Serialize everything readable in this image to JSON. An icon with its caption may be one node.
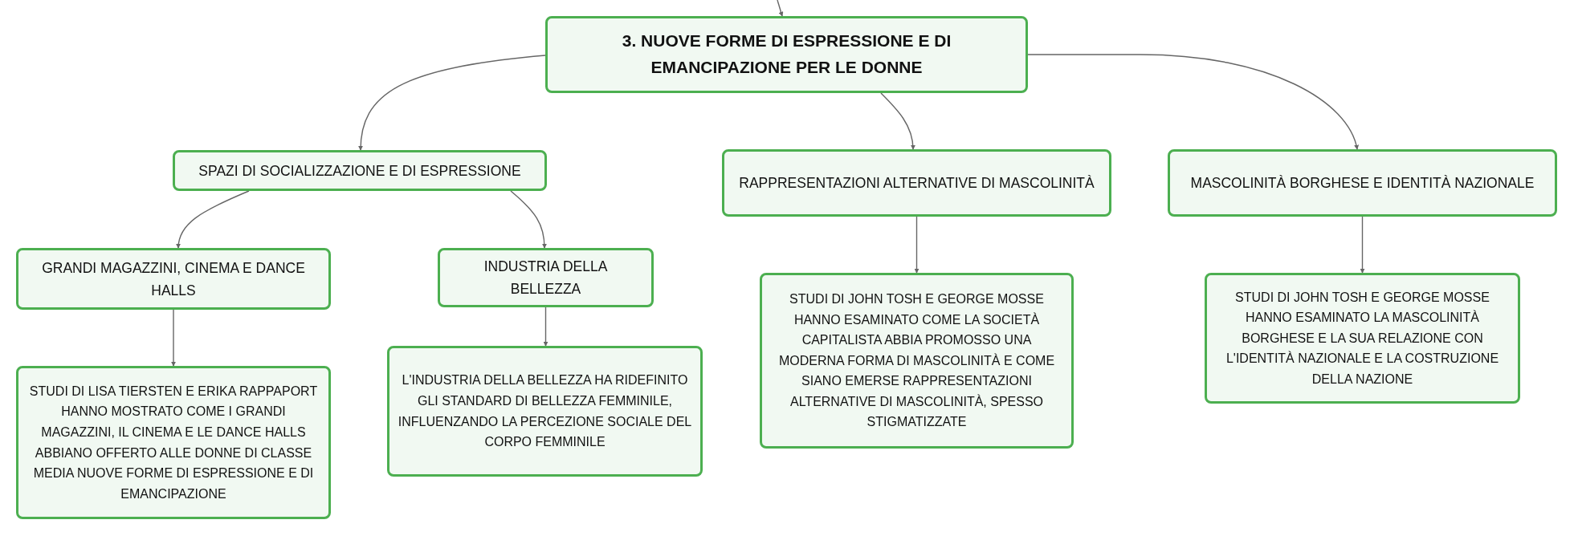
{
  "diagram": {
    "nodes": [
      {
        "text": [
          "3. NUOVE FORME DI ESPRESSIONE E DI EMANCIPAZIONE PER LE DONNE"
        ]
      },
      {
        "text": [
          "SPAZI DI SOCIALIZZAZIONE E DI ESPRESSIONE"
        ]
      },
      {
        "text": [
          "GRANDI MAGAZZINI, CINEMA E DANCE HALLS"
        ]
      },
      {
        "text": [
          "STUDI DI LISA TIERSTEN E ERIKA RAPPAPORT HANNO MOSTRATO COME I GRANDI MAGAZZINI, IL CINEMA E LE DANCE HALLS ABBIANO OFFERTO ALLE DONNE DI CLASSE MEDIA NUOVE FORME DI ESPRESSIONE E DI EMANCIPAZIONE"
        ]
      },
      {
        "text": [
          "INDUSTRIA DELLA BELLEZZA"
        ]
      },
      {
        "text": [
          "L'INDUSTRIA DELLA BELLEZZA HA RIDEFINITO GLI STANDARD DI BELLEZZA FEMMINILE, INFLUENZANDO LA PERCEZIONE SOCIALE DEL CORPO FEMMINILE"
        ]
      },
      {
        "text": [
          "RAPPRESENTAZIONI ALTERNATIVE DI MASCOLINITÀ"
        ]
      },
      {
        "text": [
          "STUDI DI JOHN TOSH E GEORGE MOSSE HANNO ESAMINATO COME LA SOCIETÀ CAPITALISTA ABBIA PROMOSSO UNA MODERNA FORMA DI MASCOLINITÀ E COME SIANO EMERSE RAPPRESENTAZIONI ALTERNATIVE DI MASCOLINITÀ, SPESSO STIGMATIZZATE"
        ]
      },
      {
        "text": [
          "MASCOLINITÀ BORGHESE E IDENTITÀ NAZIONALE"
        ]
      },
      {
        "text": [
          "STUDI DI JOHN TOSH E GEORGE MOSSE HANNO ESAMINATO LA MASCOLINITÀ BORGHESE E LA SUA RELAZIONE CON L'IDENTITÀ NAZIONALE E LA COSTRUZIONE DELLA NAZIONE"
        ]
      }
    ],
    "edges": [
      {
        "from": null,
        "to": 0,
        "arrow": "to"
      },
      {
        "from": 0,
        "to": 1,
        "arrow": "to"
      },
      {
        "from": 1,
        "to": 2,
        "arrow": "to"
      },
      {
        "from": 2,
        "to": 3,
        "arrow": "to"
      },
      {
        "from": 1,
        "to": 4,
        "arrow": "to"
      },
      {
        "from": 4,
        "to": 5,
        "arrow": "to"
      },
      {
        "from": 0,
        "to": 6,
        "arrow": "to"
      },
      {
        "from": 6,
        "to": 7,
        "arrow": "to"
      },
      {
        "from": 0,
        "to": 8,
        "arrow": "to"
      },
      {
        "from": 8,
        "to": 9,
        "arrow": "to"
      }
    ]
  }
}
